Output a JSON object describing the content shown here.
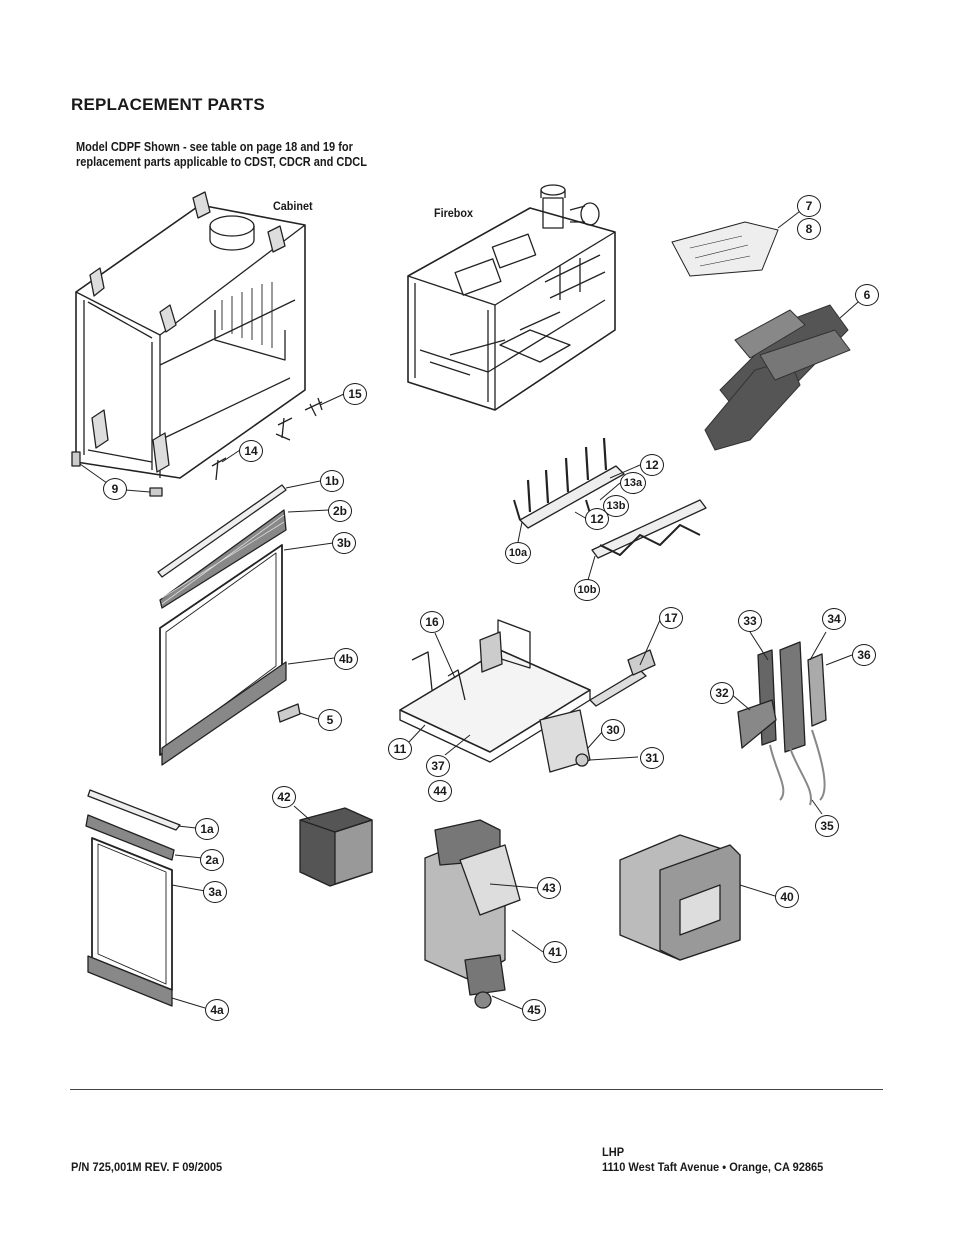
{
  "page": {
    "title": "REPLACEMENT PARTS",
    "note_line1": "Model CDPF Shown - see table on page 18 and 19 for",
    "note_line2": "replacement parts applicable to CDST, CDCR and CDCL"
  },
  "labels": {
    "cabinet": "Cabinet",
    "firebox": "Firebox"
  },
  "callouts": [
    "7",
    "8",
    "6",
    "15",
    "14",
    "9",
    "1b",
    "2b",
    "3b",
    "4b",
    "5",
    "12",
    "13a",
    "13b",
    "12",
    "10a",
    "10b",
    "16",
    "17",
    "33",
    "34",
    "36",
    "32",
    "11",
    "37",
    "44",
    "30",
    "31",
    "35",
    "42",
    "1a",
    "2a",
    "3a",
    "4a",
    "43",
    "41",
    "45",
    "40"
  ],
  "footer": {
    "part_number": "P/N  725,001M  REV.  F  09/2005",
    "company": "LHP",
    "address": "1110 West Taft Avenue • Orange, CA  92865"
  }
}
